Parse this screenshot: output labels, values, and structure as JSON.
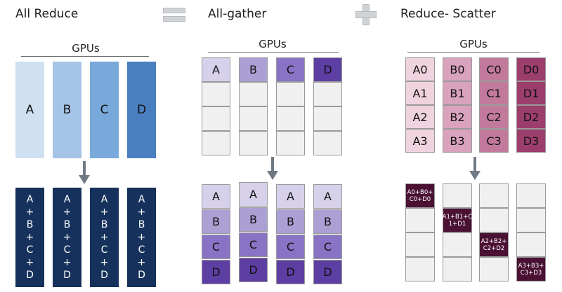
{
  "titles": {
    "all_reduce": "All Reduce",
    "all_gather": "All-gather",
    "reduce_scatter": "Reduce- Scatter"
  },
  "gpus_label": "GPUs",
  "icons": {
    "equals": "equals-icon",
    "plus": "plus-icon",
    "arrow": "arrow-down-icon"
  },
  "all_reduce": {
    "inputs": [
      "A",
      "B",
      "C",
      "D"
    ],
    "input_colors": [
      "#cfe0f1",
      "#a6c5e6",
      "#79a8da",
      "#4a7fc0"
    ],
    "output_lines": [
      "A",
      "+",
      "B",
      "+",
      "C",
      "+",
      "D"
    ],
    "output_color": "#16325c"
  },
  "all_gather": {
    "inputs": [
      "A",
      "B",
      "C",
      "D"
    ],
    "colors": [
      "#d6d0ea",
      "#ab9fd4",
      "#8873c4",
      "#5d3fa3"
    ],
    "outputs": [
      "A",
      "B",
      "C",
      "D"
    ]
  },
  "reduce_scatter": {
    "columns": [
      [
        "A0",
        "A1",
        "A2",
        "A3"
      ],
      [
        "B0",
        "B1",
        "B2",
        "B3"
      ],
      [
        "C0",
        "C1",
        "C2",
        "C3"
      ],
      [
        "D0",
        "D1",
        "D2",
        "D3"
      ]
    ],
    "colors": [
      "#efd3de",
      "#d9a2bd",
      "#c27a9c",
      "#9b3e6b"
    ],
    "results": [
      {
        "l1": "A0+B0+",
        "l2": "C0+D0"
      },
      {
        "l1": "A1+B1+C",
        "l2": "1+D1"
      },
      {
        "l1": "A2+B2+",
        "l2": "C2+D2"
      },
      {
        "l1": "A3+B3+",
        "l2": "C3+D3"
      }
    ],
    "result_color": "#4a1133"
  }
}
